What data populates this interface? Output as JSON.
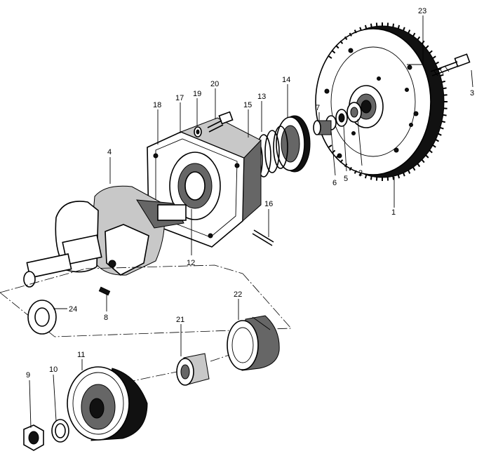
{
  "parts": [
    {
      "id": "p1",
      "number": "1"
    },
    {
      "id": "p2",
      "number": "2"
    },
    {
      "id": "p3",
      "number": "3"
    },
    {
      "id": "p4",
      "number": "4"
    },
    {
      "id": "p5",
      "number": "5"
    },
    {
      "id": "p6",
      "number": "6"
    },
    {
      "id": "p7",
      "number": "7"
    },
    {
      "id": "p8",
      "number": "8"
    },
    {
      "id": "p9",
      "number": "9"
    },
    {
      "id": "p10",
      "number": "10"
    },
    {
      "id": "p11",
      "number": "11"
    },
    {
      "id": "p12",
      "number": "12"
    },
    {
      "id": "p13",
      "number": "13"
    },
    {
      "id": "p14",
      "number": "14"
    },
    {
      "id": "p15",
      "number": "15"
    },
    {
      "id": "p16",
      "number": "16"
    },
    {
      "id": "p17",
      "number": "17"
    },
    {
      "id": "p18",
      "number": "18"
    },
    {
      "id": "p19",
      "number": "19"
    },
    {
      "id": "p20",
      "number": "20"
    },
    {
      "id": "p21",
      "number": "21"
    },
    {
      "id": "p22",
      "number": "22"
    },
    {
      "id": "p23",
      "number": "23"
    },
    {
      "id": "p24",
      "number": "24"
    }
  ]
}
